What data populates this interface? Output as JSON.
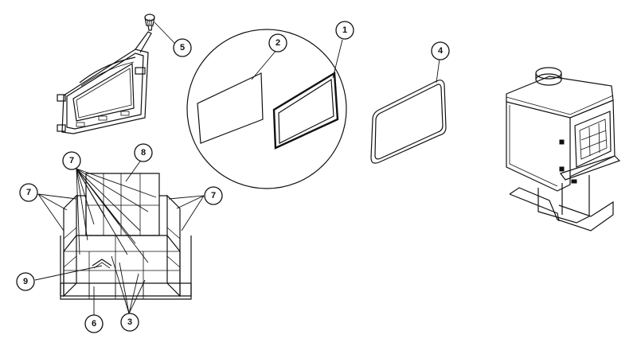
{
  "callouts": {
    "c1": "1",
    "c2": "2",
    "c3": "3",
    "c4": "4",
    "c5": "5",
    "c6": "6",
    "c7a": "7",
    "c7b": "7",
    "c7c": "7",
    "c8": "8",
    "c9": "9"
  },
  "colors": {
    "line": "#111111",
    "background": "#ffffff"
  }
}
